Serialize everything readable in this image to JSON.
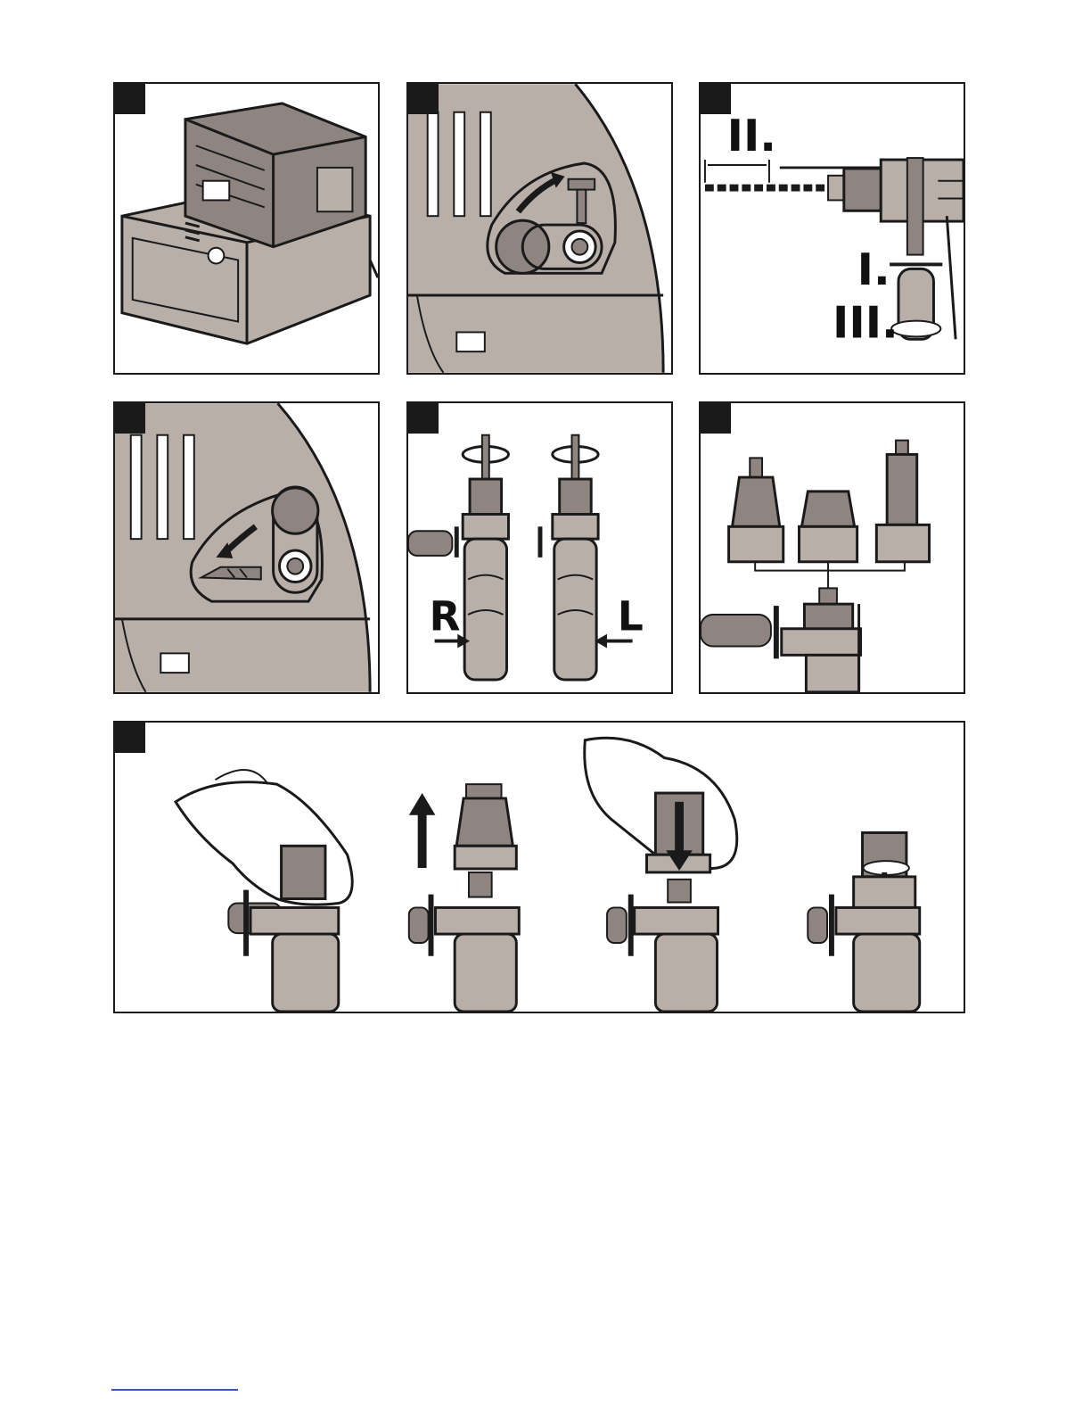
{
  "colors": {
    "illustration_gray": "#b9afa9",
    "dark_gray": "#8e8580",
    "ink": "#1a1a1a",
    "footer_link": "#3b4fd6"
  },
  "panels": [
    {
      "id": "fig-1",
      "icon": "battery-on-charger"
    },
    {
      "id": "fig-2",
      "icon": "mode-switch-hammer"
    },
    {
      "id": "fig-3",
      "icon": "drill-depth-handle",
      "labels": [
        "II.",
        "I.",
        "III."
      ]
    },
    {
      "id": "fig-4",
      "icon": "mode-switch-chisel"
    },
    {
      "id": "fig-5",
      "icon": "rotation-direction",
      "labels": [
        "R",
        "L"
      ]
    },
    {
      "id": "fig-6",
      "icon": "interchangeable-chucks"
    },
    {
      "id": "fig-7",
      "icon": "chuck-change-sequence"
    }
  ]
}
